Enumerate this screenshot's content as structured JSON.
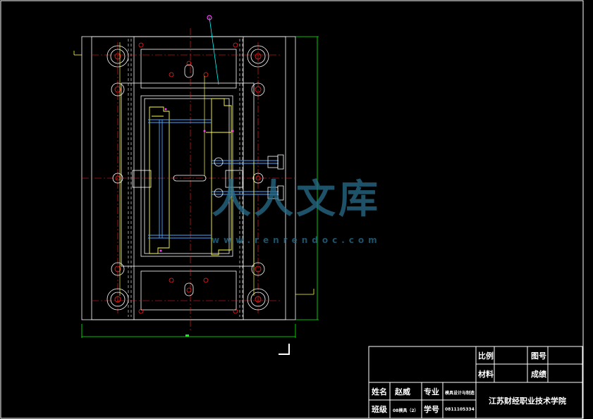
{
  "colors": {
    "background": "#000000",
    "frame": "#ffffff",
    "centerline": "#ff2020",
    "cooling": "#4aa3ff",
    "part": "#ffff40",
    "guide": "#00ffff",
    "marker": "#ff40ff",
    "dimension": "#00ff00",
    "watermark": "#2a6e8c"
  },
  "title_block": {
    "scale_label": "比例",
    "drawing_no_label": "图号",
    "material_label": "材料",
    "grade_label": "成绩",
    "name_label": "姓名",
    "name_value": "赵威",
    "major_label": "专业",
    "major_value": "模具设计与制造",
    "class_label": "班级",
    "class_value": "08模具（2）",
    "student_no_label": "学号",
    "student_no_value": "0811105334",
    "school": "江苏财经职业技术学院"
  },
  "watermark": {
    "brand": "人人文库",
    "url": "www.renrendoc.com"
  }
}
